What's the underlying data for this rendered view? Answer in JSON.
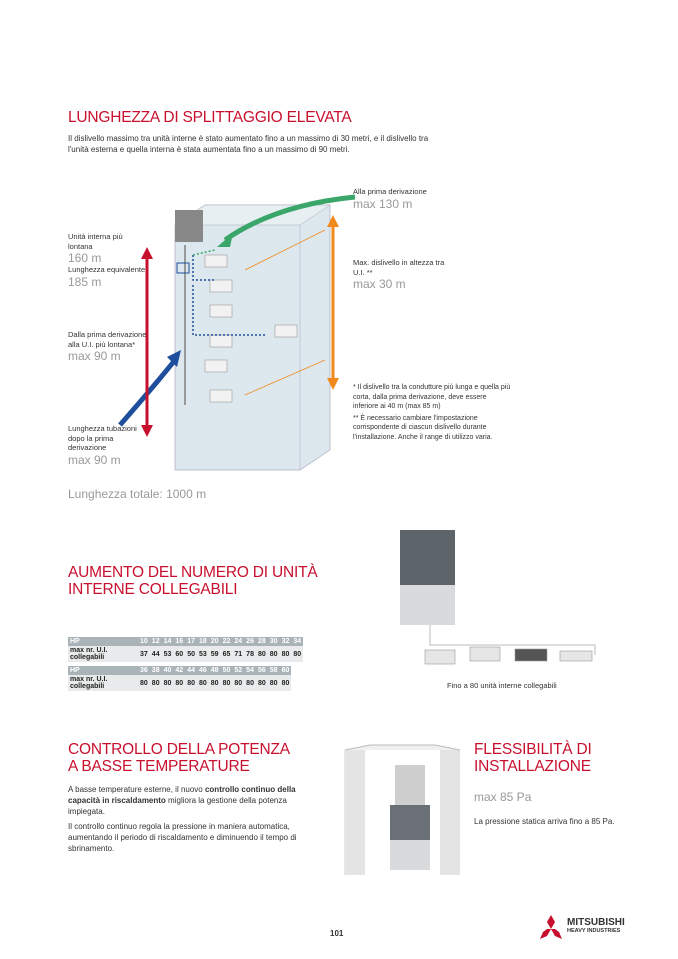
{
  "section1": {
    "title": "LUNGHEZZA DI SPLITTAGGIO ELEVATA",
    "intro": "Il dislivello massimo tra unità interne è stato aumentato fino a un massimo di 30 metri, e il dislivello tra l'unità esterna e quella interna è stata aumentata fino a un massimo di 90 metri.",
    "labels": {
      "farthest": "Unità interna più lontana",
      "farthest_val": "160 m",
      "equiv": "Lunghezza equivalente",
      "equiv_val": "185 m",
      "from_first": "Dalla prima derivazione alla U.I. più lontana*",
      "from_first_val": "max 90 m",
      "after_first": "Lunghezza tubazioni dopo la prima derivazione",
      "after_first_val": "max 90 m",
      "to_first": "Alla prima derivazione",
      "to_first_val": "max 130 m",
      "height_diff": "Max. dislivello in altezza tra U.I. **",
      "height_diff_val": "max 30 m",
      "note1": "* Il dislivello tra la condutture più lunga e quella più corta, dalla prima derivazione, deve essere inferiore ai 40 m (max 85 m)",
      "note2": "** È necessario cambiare l'impostazione corrispondente di ciascun dislivello durante l'installazione. Anche il range di utilizzo varia.",
      "total": "Lunghezza totale: 1000 m"
    }
  },
  "section2": {
    "title": "AUMENTO DEL NUMERO DI UNITÀ INTERNE COLLEGABILI",
    "row_hp": "HP",
    "row_max": "max nr. U.I. collegabili",
    "table1": {
      "hp": [
        "10",
        "12",
        "14",
        "16",
        "17",
        "18",
        "20",
        "22",
        "24",
        "26",
        "28",
        "30",
        "32",
        "34"
      ],
      "max": [
        "37",
        "44",
        "53",
        "60",
        "50",
        "53",
        "59",
        "65",
        "71",
        "78",
        "80",
        "80",
        "80",
        "80"
      ]
    },
    "table2": {
      "hp": [
        "36",
        "38",
        "40",
        "42",
        "44",
        "46",
        "48",
        "50",
        "52",
        "54",
        "56",
        "58",
        "60"
      ],
      "max": [
        "80",
        "80",
        "80",
        "80",
        "80",
        "80",
        "80",
        "80",
        "80",
        "80",
        "80",
        "80",
        "80"
      ]
    },
    "caption": "Fino a 80 unità interne collegabili"
  },
  "section3": {
    "title": "CONTROLLO DELLA POTENZA A BASSE TEMPERATURE",
    "p1_a": "A basse temperature esterne, il nuovo ",
    "p1_bold": "controllo continuo della capacità in riscaldamento",
    "p1_b": " migliora la gestione della potenza impiegata.",
    "p2": "Il controllo continuo regola la pressione in maniera automatica, aumentando il periodo di riscaldamento e diminuendo il tempo di sbrinamento."
  },
  "section4": {
    "title": "FLESSIBILITÀ DI INSTALLAZIONE",
    "value": "max 85 Pa",
    "text": "La pressione statica arriva fino a 85 Pa."
  },
  "footer": {
    "page": "101",
    "brand": "MITSUBISHI",
    "brand_sub": "HEAVY INDUSTRIES"
  },
  "colors": {
    "accent": "#c8102e",
    "orange": "#f08a1c",
    "green": "#3aa66a",
    "blue": "#1f4e9c"
  }
}
